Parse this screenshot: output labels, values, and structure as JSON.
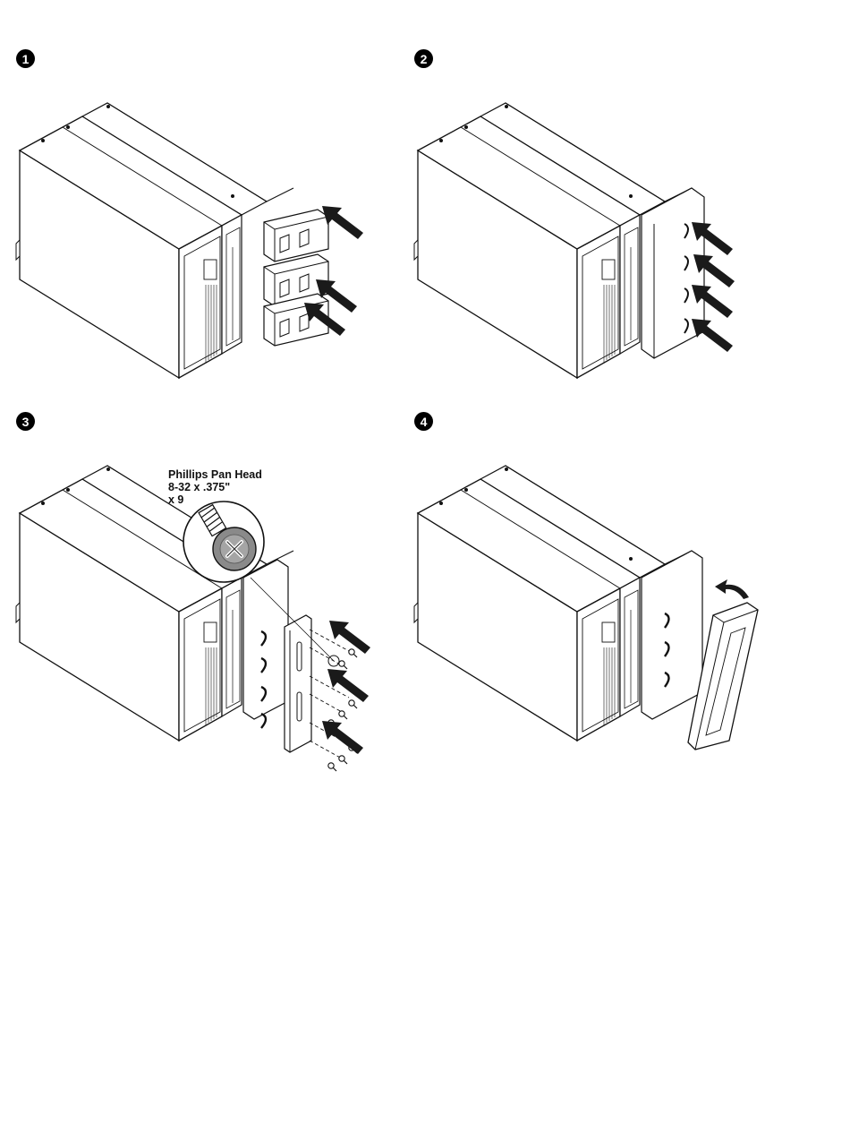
{
  "steps": [
    {
      "number": "1"
    },
    {
      "number": "2"
    },
    {
      "number": "3"
    },
    {
      "number": "4"
    }
  ],
  "callout": {
    "line1": "Phillips Pan Head",
    "line2": "8-32 x .375\"",
    "line3": "x 9"
  },
  "colors": {
    "line": "#111111",
    "arrow": "#1a1a1a",
    "screw": "#8a8a8a"
  }
}
